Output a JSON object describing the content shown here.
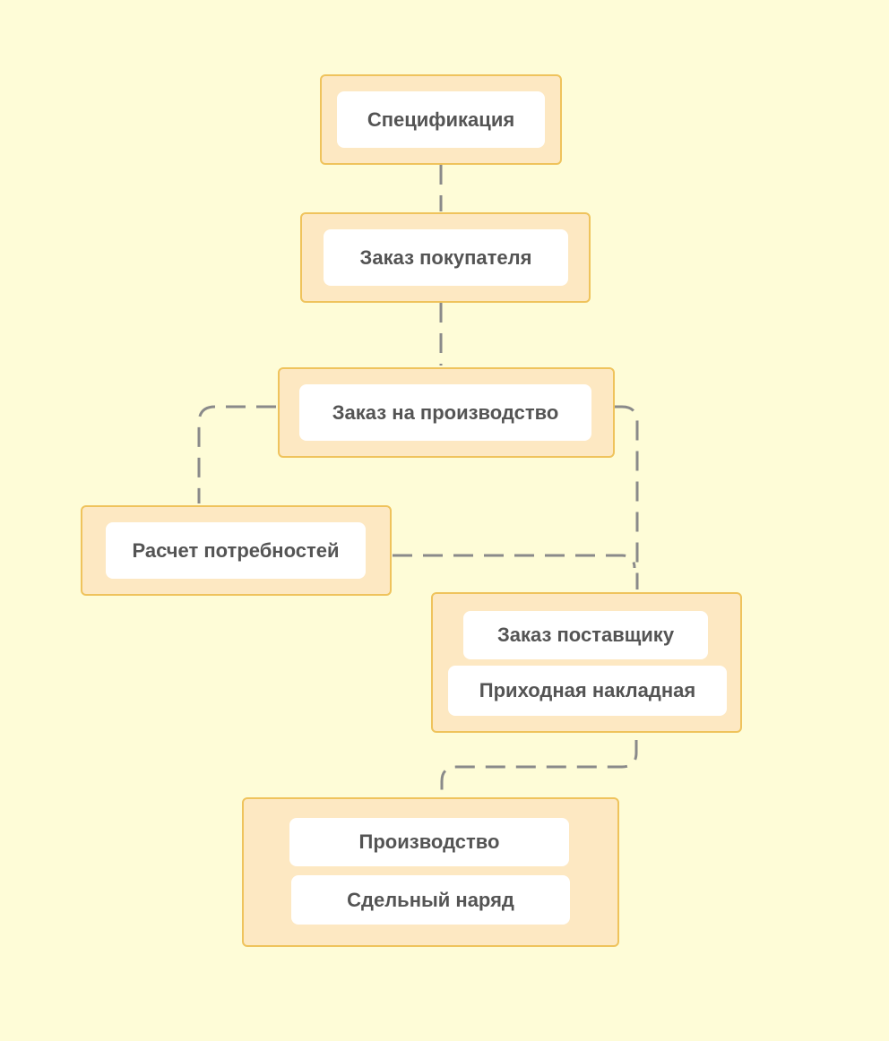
{
  "colors": {
    "background": "#fefcd7",
    "node_fill": "#fde8c2",
    "node_border": "#efc35c",
    "chip_fill": "#ffffff",
    "text": "#545454",
    "connector": "#8a8a8a"
  },
  "nodes": {
    "specification": {
      "label": "Спецификация"
    },
    "customer_order": {
      "label": "Заказ покупателя"
    },
    "production_order": {
      "label": "Заказ на производство"
    },
    "requirements_calc": {
      "label": "Расчет потребностей"
    },
    "supply": {
      "items": [
        {
          "label": "Заказ поставщику"
        },
        {
          "label": "Приходная накладная"
        }
      ]
    },
    "production": {
      "items": [
        {
          "label": "Производство"
        },
        {
          "label": "Сдельный наряд"
        }
      ]
    }
  }
}
